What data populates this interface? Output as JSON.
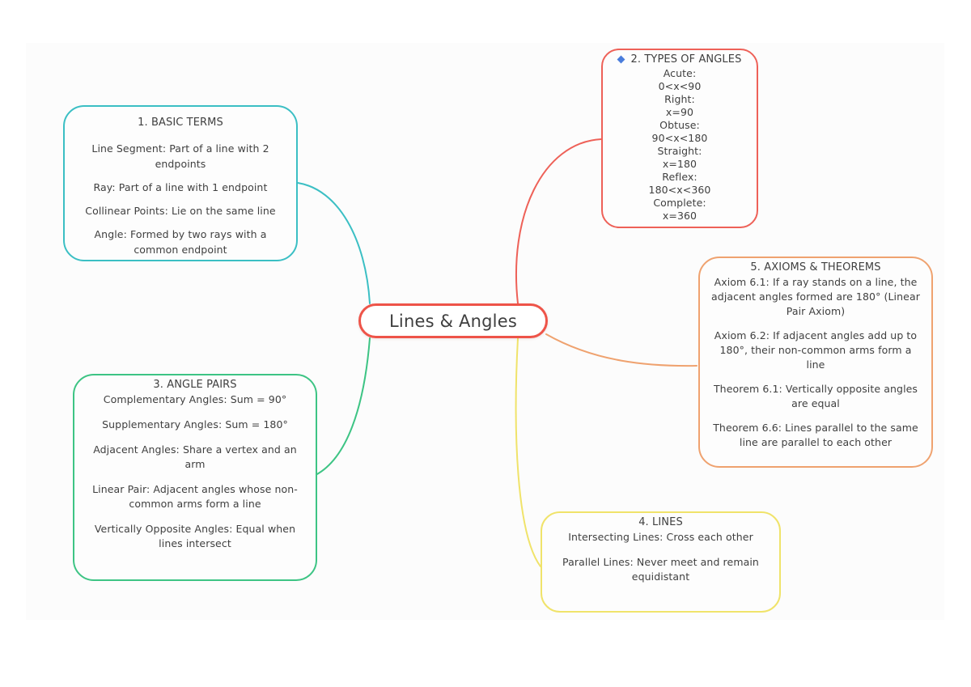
{
  "page": {
    "background": "#ffffff",
    "board_background": "#fcfcfc",
    "text_color": "#3f3f3f"
  },
  "central_node": {
    "label": "Lines & Angles",
    "border_color": "#ee5449"
  },
  "nodes": [
    {
      "title": "1. BASIC TERMS",
      "border_color": "#3bbfc4",
      "items": [
        "Line Segment: Part of a line with 2 endpoints",
        "Ray: Part of a line with 1 endpoint",
        "Collinear Points: Lie on the same line",
        "Angle: Formed by two rays with a common endpoint"
      ]
    },
    {
      "title": "2. TYPES OF ANGLES",
      "border_color": "#ee6158",
      "icon": {
        "name": "blue-diamond",
        "color": "#4a7ddc"
      },
      "items": [
        "Acute:",
        "0<x<90",
        "Right:",
        "x=90",
        "Obtuse:",
        "90<x<180",
        "Straight:",
        "x=180",
        "Reflex:",
        "180<x<360",
        "Complete:",
        "x=360"
      ]
    },
    {
      "title": "3. ANGLE PAIRS",
      "border_color": "#3dc484",
      "items": [
        "Complementary Angles: Sum = 90°",
        "Supplementary Angles: Sum = 180°",
        "Adjacent Angles: Share a vertex and an arm",
        "Linear Pair: Adjacent angles whose non-common arms form a line",
        "Vertically Opposite Angles: Equal when lines intersect"
      ]
    },
    {
      "title": "4. LINES",
      "border_color": "#f0e36a",
      "items": [
        "Intersecting Lines: Cross each other",
        "Parallel Lines: Never meet and remain equidistant"
      ]
    },
    {
      "title": "5. AXIOMS & THEOREMS",
      "border_color": "#efa26f",
      "items": [
        "Axiom 6.1: If a ray stands on a line, the adjacent angles formed are 180° (Linear Pair Axiom)",
        "Axiom 6.2: If adjacent angles add up to 180°, their non-common arms form a line",
        "Theorem 6.1: Vertically opposite angles are equal",
        "Theorem 6.6: Lines parallel to the same line are parallel to each other"
      ]
    }
  ],
  "connections": [
    {
      "from": "central",
      "to": "basic-terms",
      "color": "#3bbfc4"
    },
    {
      "from": "central",
      "to": "types-of-angles",
      "color": "#ee6158"
    },
    {
      "from": "central",
      "to": "angle-pairs",
      "color": "#3dc484"
    },
    {
      "from": "central",
      "to": "lines",
      "color": "#f0e36a"
    },
    {
      "from": "central",
      "to": "axioms-theorems",
      "color": "#efa26f"
    }
  ]
}
